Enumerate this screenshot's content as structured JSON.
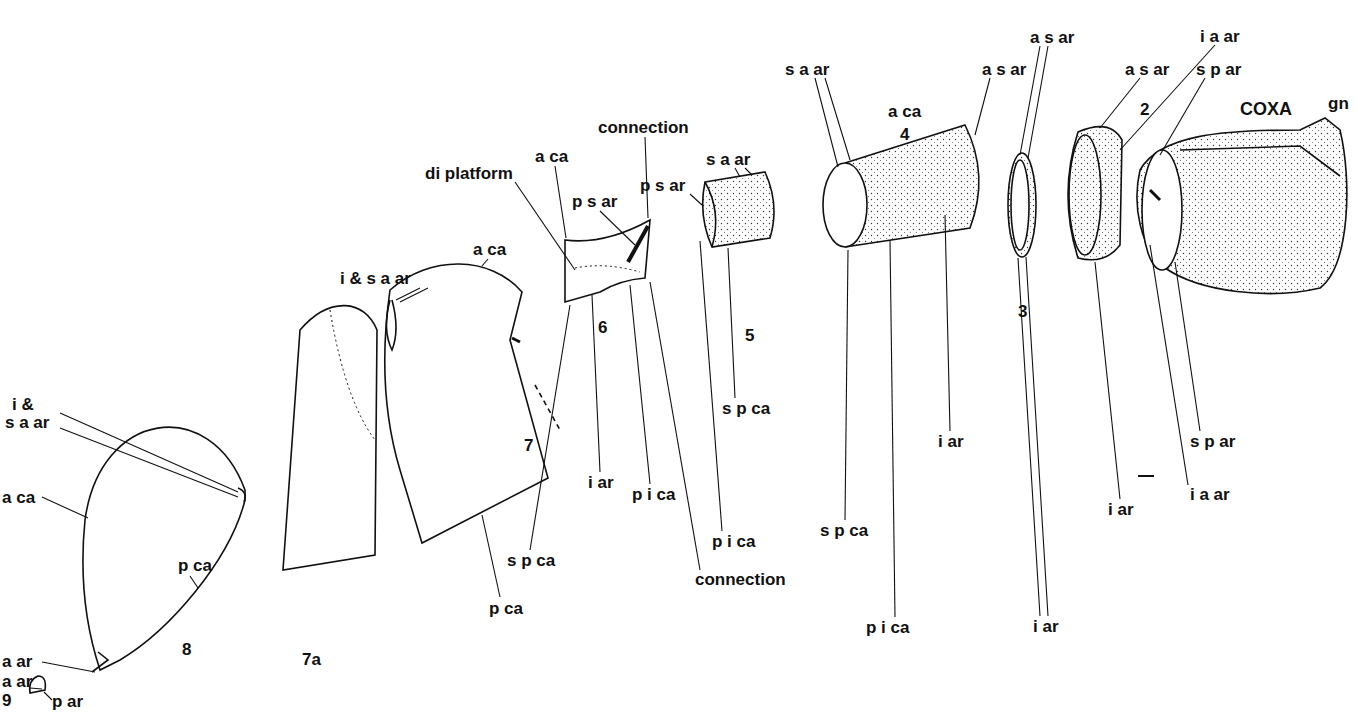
{
  "diagram": {
    "labels": [
      "i &",
      "s a ar",
      "a ca",
      "a ar",
      "a ar",
      "9",
      "p ar",
      "p ca",
      "8",
      "7a",
      "i & s a ar",
      "a ca",
      "7",
      "p ca",
      "a ca",
      "connection",
      "di platform",
      "p s ar",
      "6",
      "i ar",
      "p i ca",
      "s p ca",
      "connection",
      "s a ar",
      "p s ar",
      "5",
      "s p ca",
      "p i ca",
      "s a ar",
      "a ca",
      "4",
      "a s ar",
      "i ar",
      "s p ca",
      "p i ca",
      "a s ar",
      "3",
      "i ar",
      "a s ar",
      "2",
      "i a ar",
      "s p ar",
      "s p ar",
      "i a ar",
      "i ar",
      "COXA",
      "gn"
    ]
  }
}
